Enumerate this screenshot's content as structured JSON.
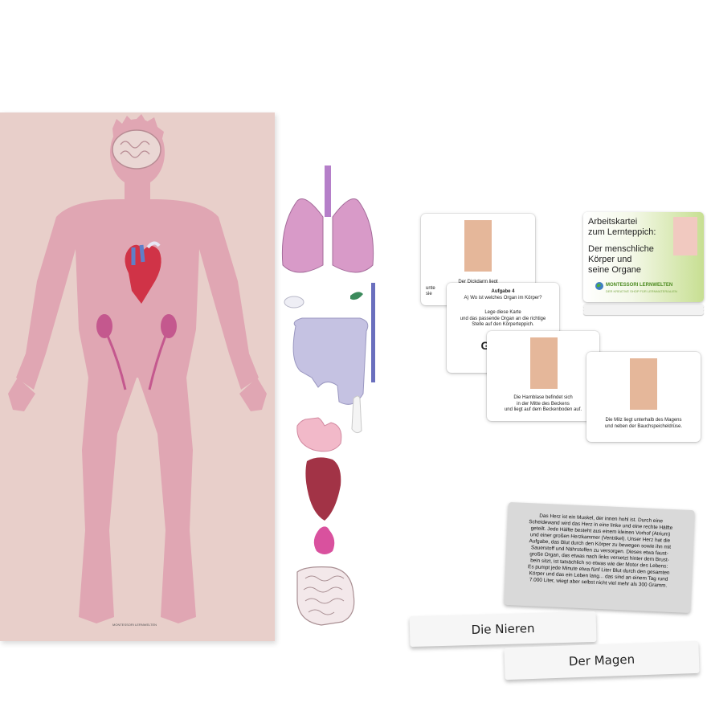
{
  "mat": {
    "logo": "MONTESSORI LERNWELTEN",
    "colors": {
      "mat": "#e8cfca",
      "silhouette": "#e0a6b3",
      "heart": "#d03347",
      "kidney": "#c4588e"
    }
  },
  "pieces": {
    "names": [
      "lungs-icon",
      "spleen-icon",
      "gallbladder-icon",
      "ureter-icon",
      "colon-icon",
      "pancreas-icon",
      "stomach-icon",
      "liver-icon",
      "bladder-icon",
      "small-intestine-icon"
    ]
  },
  "cards": {
    "card1": {
      "text_lines": [
        "Der Dickdarm liegt",
        "unte",
        "sie"
      ]
    },
    "card2": {
      "heading": "Aufgabe 4",
      "question": "A) Wo ist welches Organ im Körper?",
      "instruction_lines": [
        "Lege diese Karte",
        "und das passende Organ an die richtige",
        "Stelle auf den Körperteppich."
      ],
      "partial": "G"
    },
    "card3": {
      "text_lines": [
        "Die Harnblase befindet sich",
        "in der Mitte des Beckens",
        "und liegt auf dem Beckenboden auf."
      ]
    },
    "card4": {
      "text_lines": [
        "Die Milz liegt unterhalb des Magens",
        "und neben der Bauchspeicheldrüse."
      ]
    }
  },
  "deck": {
    "title_lines": [
      "Arbeitskartei",
      "zum Lernteppich:"
    ],
    "subtitle_lines": [
      "Der menschliche",
      "Körper und",
      "seine Organe"
    ],
    "logo": "MONTESSORI LERNWELTEN",
    "logo_sub": "DER KREATIVE SHOP FÜR LERNMATERIALIEN"
  },
  "infocard": {
    "text_lines": [
      "Das Herz ist ein Muskel, der innen hohl ist. Durch eine",
      "Scheidewand wird das Herz in eine linke und eine rechte Hälfte",
      "geteilt. Jede Hälfte besteht aus einem kleinen Vorhof (Atrium)",
      "und einer großen Herzkammer (Ventrikel). Unser Herz hat die",
      "Aufgabe, das Blut durch den Körper zu bewegen sowie ihn mit",
      "Sauerstoff und Nährstoffen zu versorgen. Dieses etwa faust-",
      "große Organ, das etwas nach links versetzt hinter dem Brust-",
      "bein sitzt, ist tatsächlich so etwas wie der Motor des Lebens:",
      "Es pumpt jede Minute etwa fünf Liter Blut durch den gesamten",
      "Körper und das ein Leben lang... das sind an einem Tag rund",
      "7.000 Liter, wiegt aber selbst nicht viel mehr als 300 Gramm."
    ]
  },
  "labels": {
    "nieren": "Die Nieren",
    "magen": "Der Magen"
  }
}
